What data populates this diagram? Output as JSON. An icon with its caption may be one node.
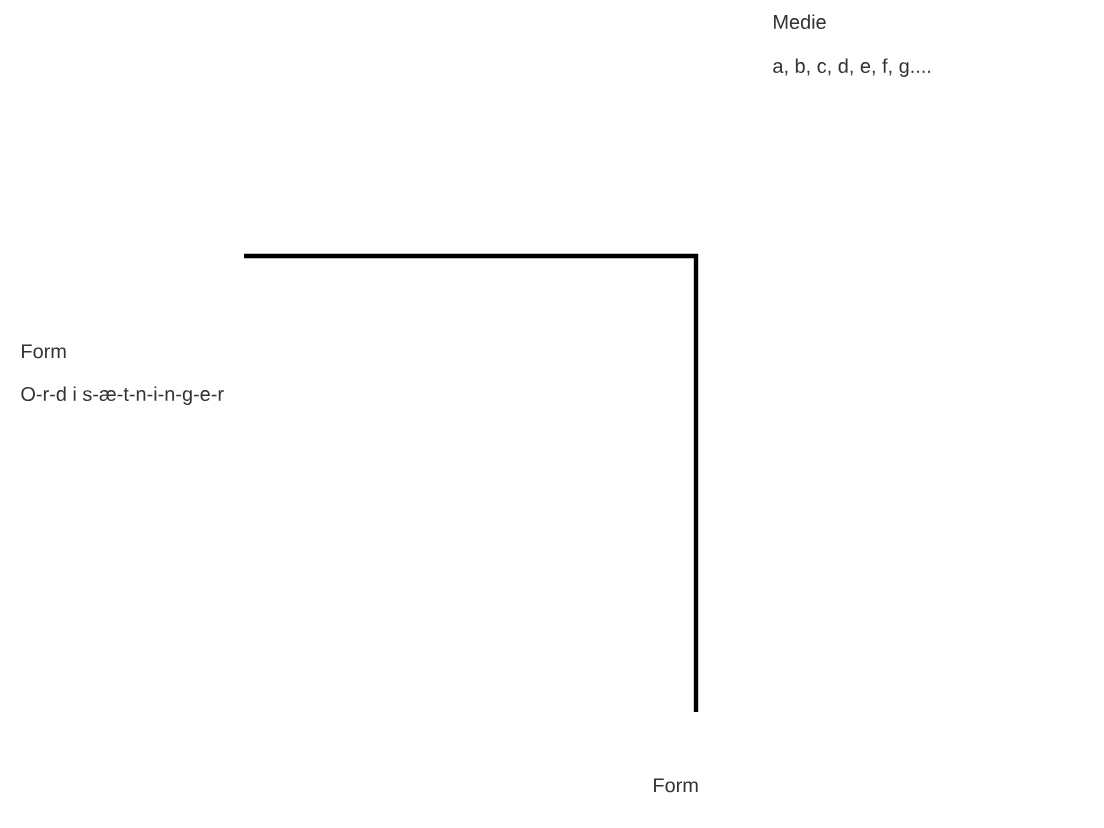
{
  "diagram": {
    "labels": [
      "Medie",
      "a, b, c, d, e, f, g....",
      "Form",
      "O-r-d i s-æ-t-n-i-n-g-e-r",
      "Form"
    ]
  }
}
